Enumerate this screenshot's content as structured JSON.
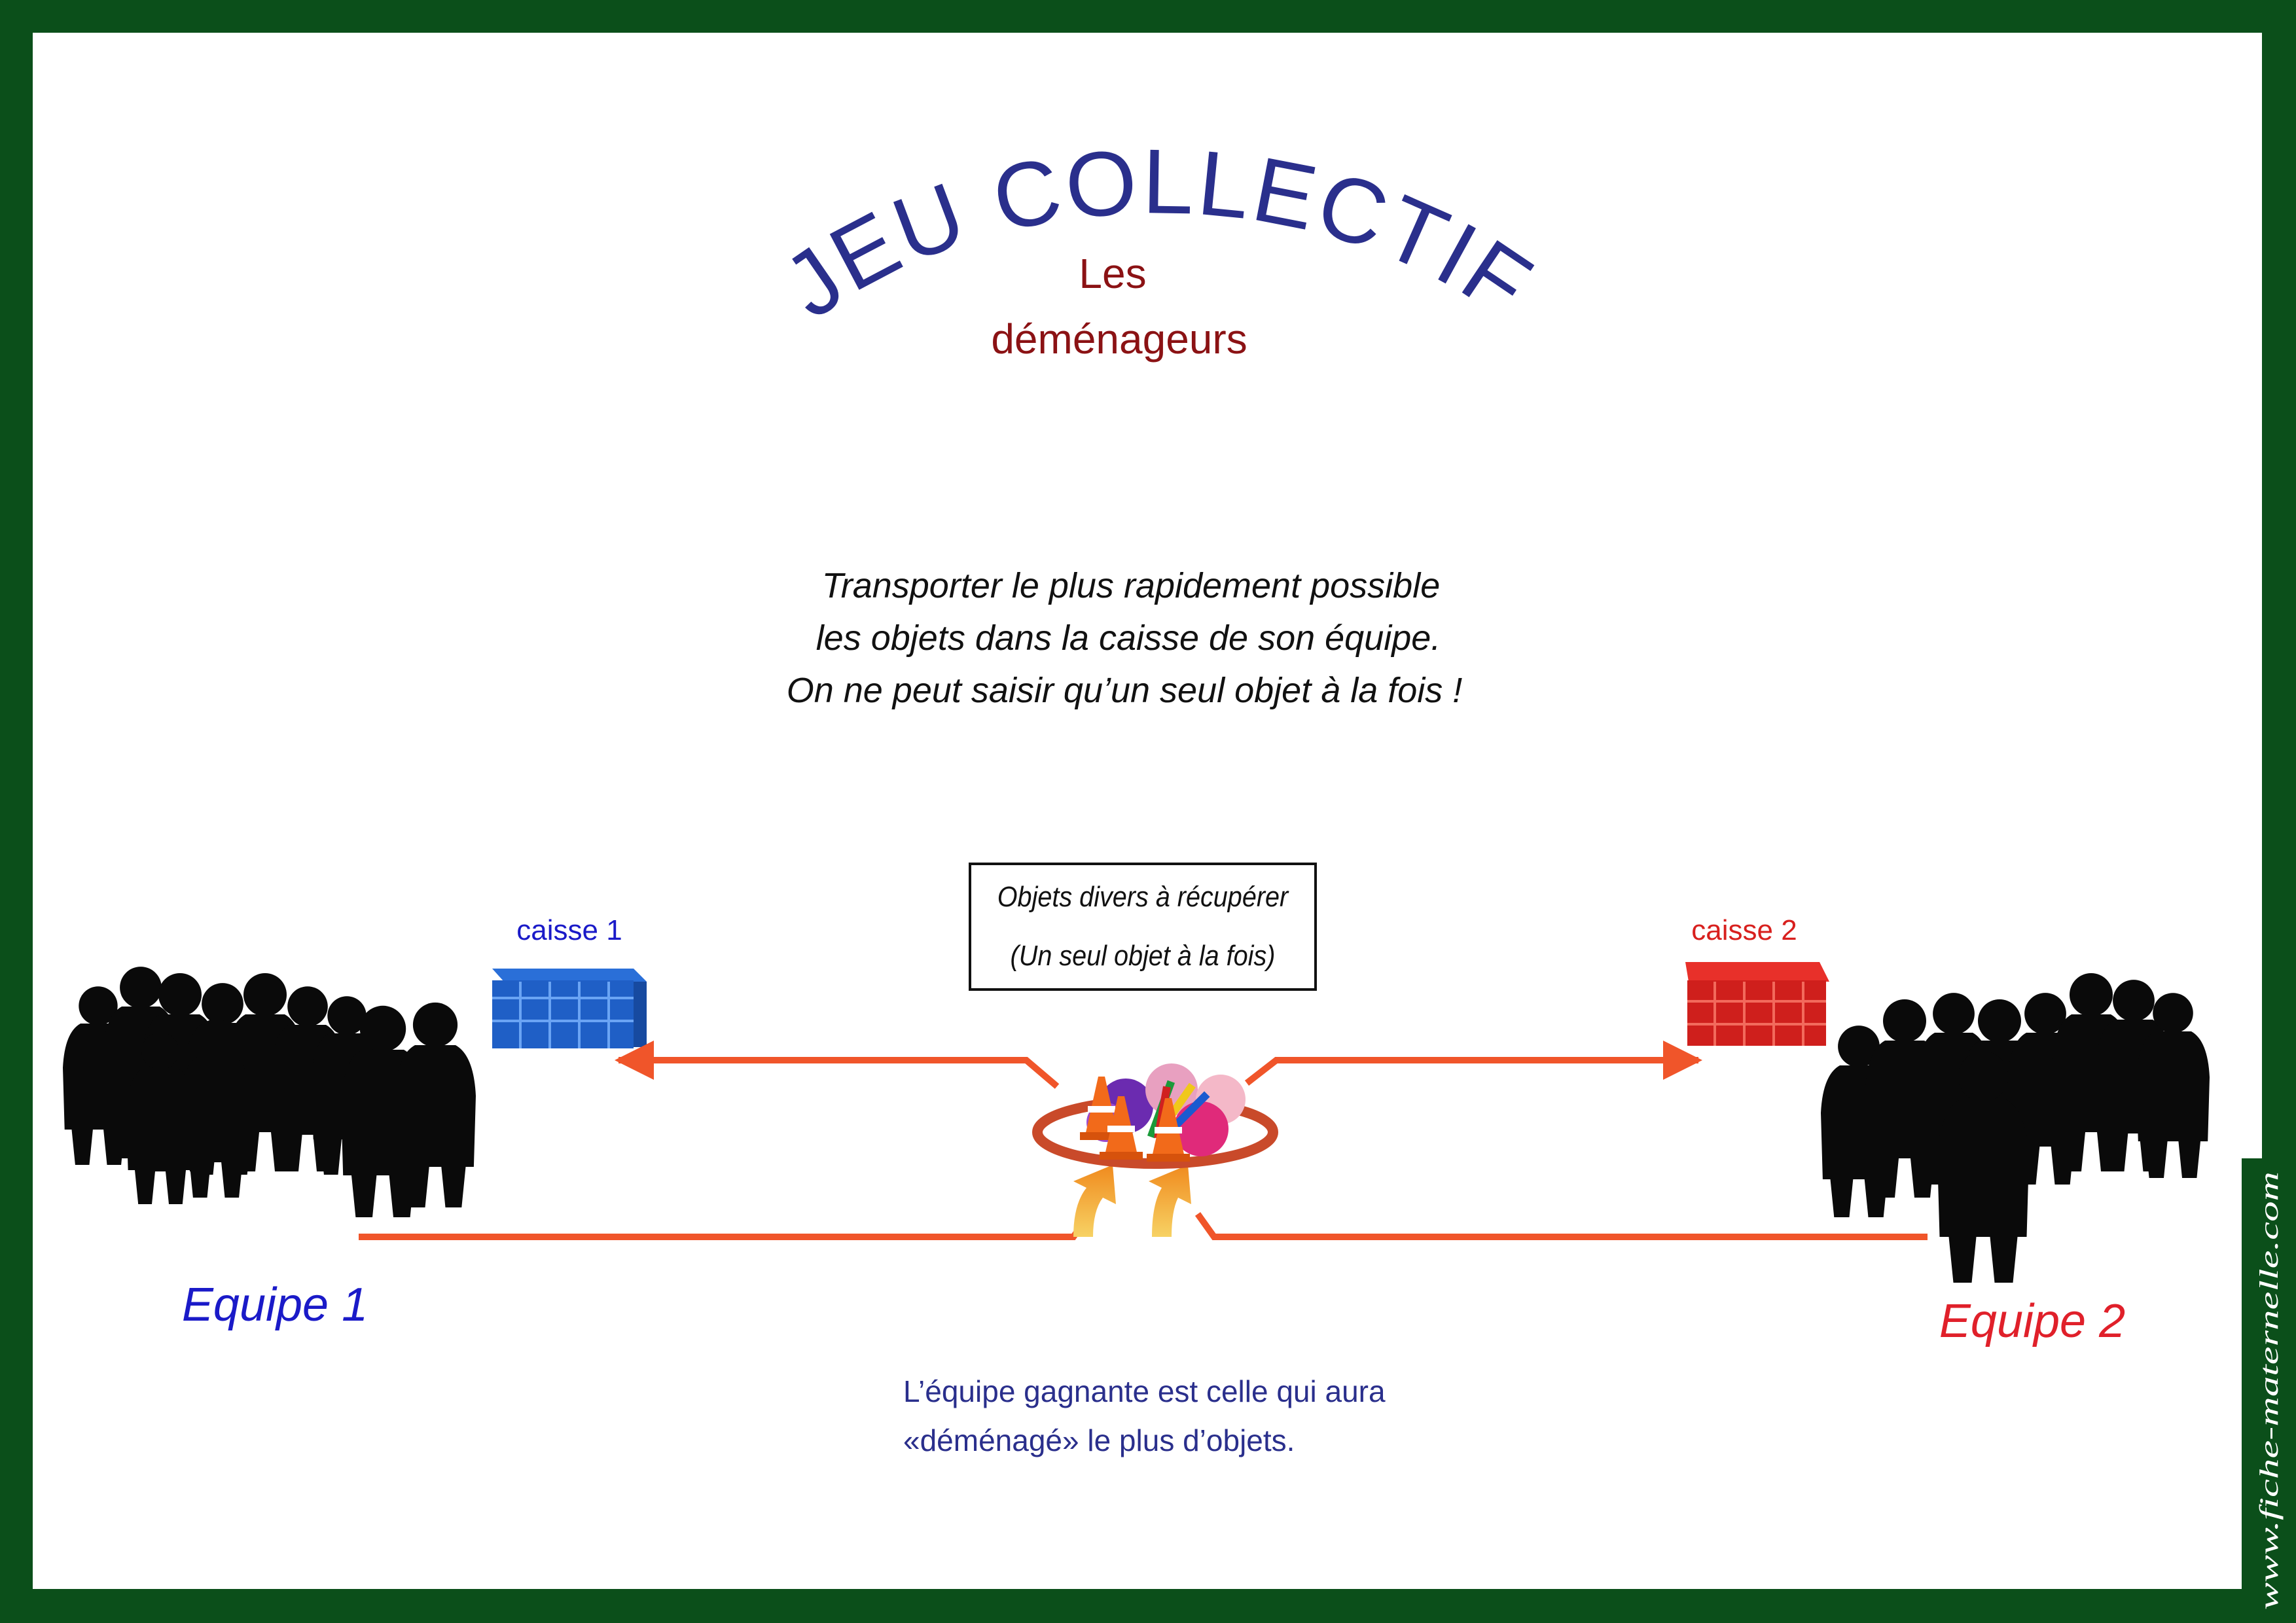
{
  "title": {
    "main": "JEU COLLECTIF",
    "subtitle_line1": "Les",
    "subtitle_line2": "déménageurs"
  },
  "instructions": [
    "Transporter le plus rapidement possible",
    "les objets dans la caisse de son équipe.",
    "On ne peut saisir qu’un seul objet à la fois !"
  ],
  "center_box": {
    "line1": "Objets divers à récupérer",
    "line2": "(Un seul objet à la fois)"
  },
  "crates": {
    "left_label": "caisse 1",
    "right_label": "caisse 2"
  },
  "teams": {
    "left": "Equipe 1",
    "right": "Equipe 2"
  },
  "footer": [
    "L’équipe gagnante est celle qui aura",
    "«déménagé» le plus d’objets."
  ],
  "watermark": "www.fiche-maternelle.com",
  "colors": {
    "frame": "#0b4f1a",
    "title": "#2a2f8c",
    "subtitle": "#8b1214",
    "team1": "#1a1ac8",
    "team2": "#e0202a",
    "arrow": "#f0552a",
    "footer": "#2a2f8c"
  }
}
